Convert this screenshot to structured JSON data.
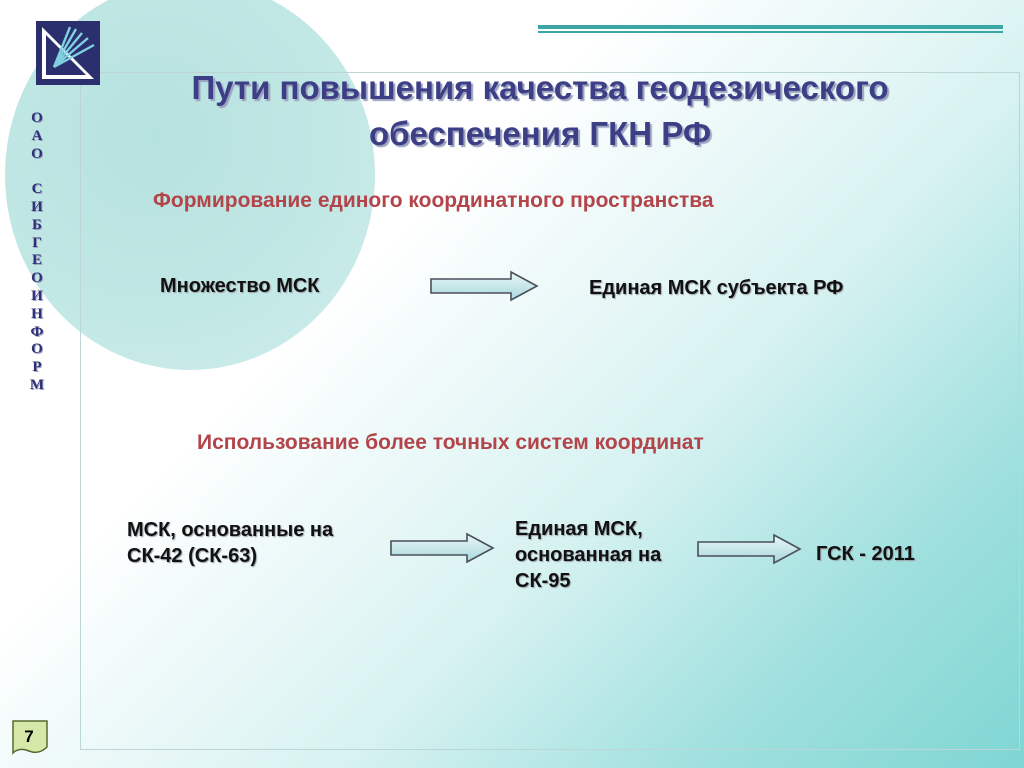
{
  "vertical_org": [
    "О",
    "А",
    "О",
    "",
    "С",
    "И",
    "Б",
    "Г",
    "Е",
    "О",
    "И",
    "Н",
    "Ф",
    "О",
    "Р",
    "М"
  ],
  "title": "Пути повышения качества геодезического обеспечения ГКН РФ",
  "section1": {
    "heading": "Формирование единого координатного пространства",
    "from": "Множество МСК",
    "to": "Единая МСК субъекта РФ"
  },
  "section2": {
    "heading": "Использование более точных систем координат",
    "step1": "МСК, основанные на СК-42 (СК-63)",
    "step2": "Единая МСК, основанная на СК-95",
    "step3": "ГСК - 2011"
  },
  "page_number": "7",
  "colors": {
    "title": "#3c3f86",
    "heading": "#b2444a",
    "accent_line": "#3aa6a6",
    "logo_bg": "#2b2f6e"
  }
}
